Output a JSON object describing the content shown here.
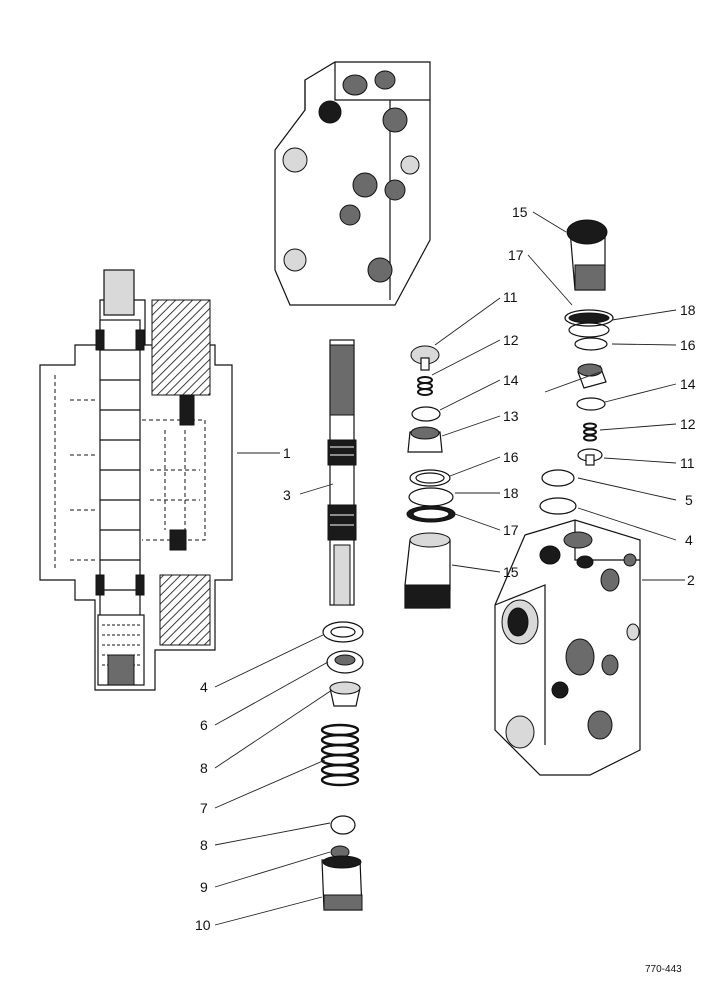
{
  "figure_code": "770-443",
  "callouts": [
    {
      "id": "c1",
      "text": "1"
    },
    {
      "id": "c2",
      "text": "2"
    },
    {
      "id": "c3",
      "text": "3"
    },
    {
      "id": "c4a",
      "text": "4"
    },
    {
      "id": "c4b",
      "text": "4"
    },
    {
      "id": "c5",
      "text": "5"
    },
    {
      "id": "c6",
      "text": "6"
    },
    {
      "id": "c7",
      "text": "7"
    },
    {
      "id": "c8a",
      "text": "8"
    },
    {
      "id": "c8b",
      "text": "8"
    },
    {
      "id": "c9",
      "text": "9"
    },
    {
      "id": "c10",
      "text": "10"
    },
    {
      "id": "c11a",
      "text": "11"
    },
    {
      "id": "c11b",
      "text": "11"
    },
    {
      "id": "c12a",
      "text": "12"
    },
    {
      "id": "c12b",
      "text": "12"
    },
    {
      "id": "c13",
      "text": "13"
    },
    {
      "id": "c14a",
      "text": "14"
    },
    {
      "id": "c14b",
      "text": "14"
    },
    {
      "id": "c15a",
      "text": "15"
    },
    {
      "id": "c15b",
      "text": "15"
    },
    {
      "id": "c16a",
      "text": "16"
    },
    {
      "id": "c16b",
      "text": "16"
    },
    {
      "id": "c17a",
      "text": "17"
    },
    {
      "id": "c17b",
      "text": "17"
    },
    {
      "id": "c18a",
      "text": "18"
    },
    {
      "id": "c18b",
      "text": "18"
    }
  ]
}
